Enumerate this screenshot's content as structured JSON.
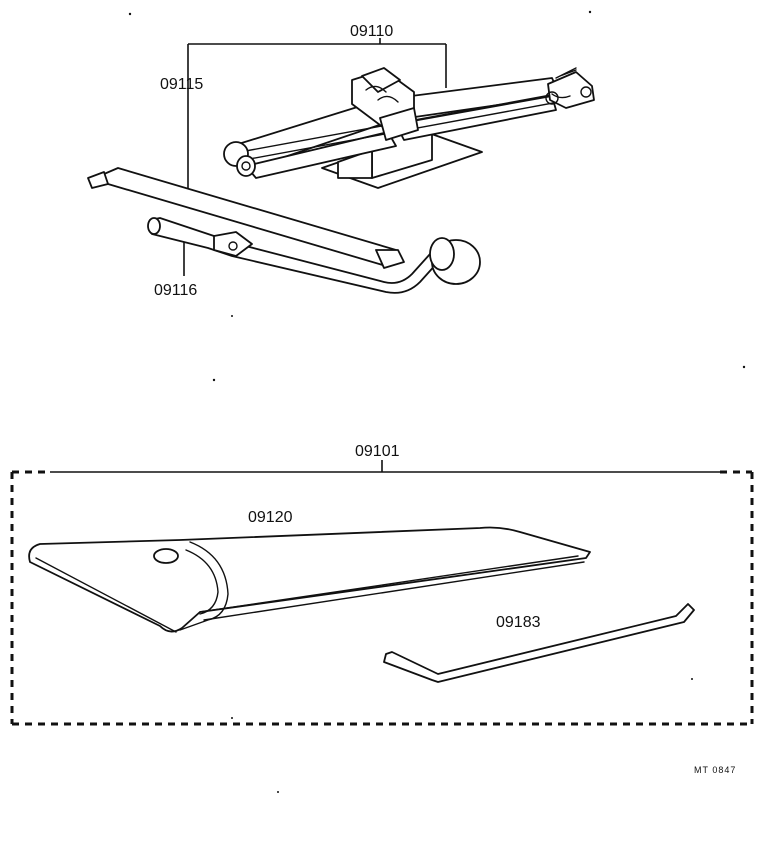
{
  "diagram": {
    "callouts": {
      "jack_assembly": "09110",
      "jack_handle": "09115",
      "wheel_wrench": "09116",
      "tool_kit": "09101",
      "tool_bag": "09120",
      "tire_lever": "09183"
    },
    "figure_code": "MT 0847"
  }
}
